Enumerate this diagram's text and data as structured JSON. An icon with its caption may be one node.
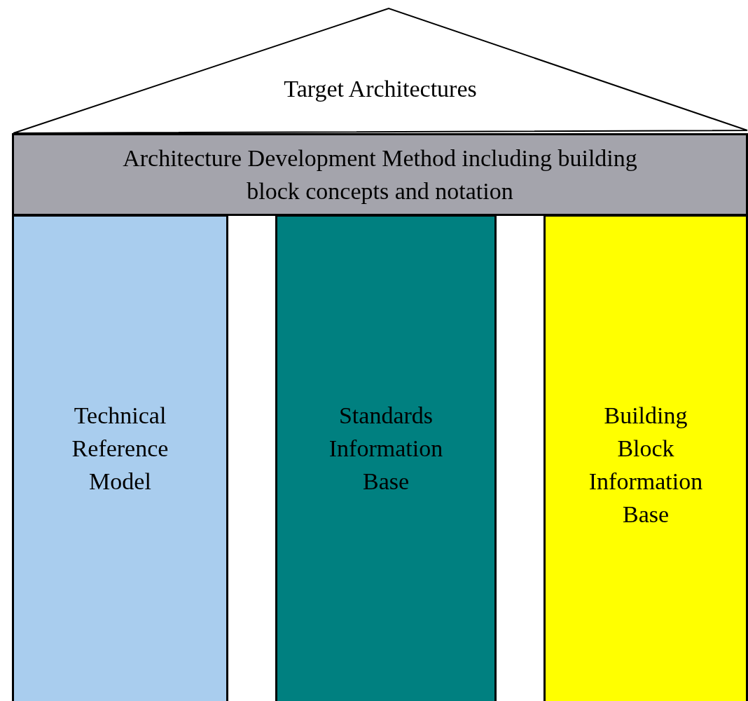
{
  "diagram": {
    "nodes": [
      {
        "text": [
          "Target Architectures"
        ]
      },
      {
        "text": [
          "Architecture Development Method including building block concepts and notation"
        ]
      },
      {
        "text": [
          "Technical Reference Model"
        ]
      },
      {
        "text": [
          "Standards Information Base"
        ]
      },
      {
        "text": [
          "Building Block Information Base"
        ]
      }
    ]
  }
}
